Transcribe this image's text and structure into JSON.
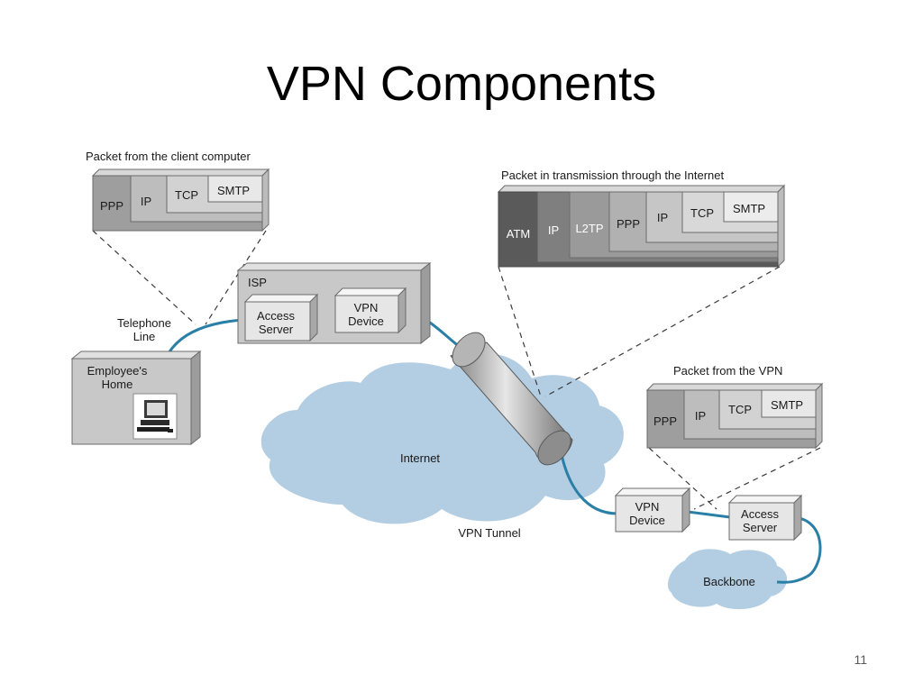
{
  "slide": {
    "title": "VPN Components",
    "page_number": "11"
  },
  "diagram": {
    "packet_client": {
      "caption": "Packet from the client computer",
      "layers": [
        "PPP",
        "IP",
        "TCP",
        "SMTP"
      ]
    },
    "packet_internet": {
      "caption": "Packet in transmission through the Internet",
      "layers": [
        "ATM",
        "IP",
        "L2TP",
        "PPP",
        "IP",
        "TCP",
        "SMTP"
      ]
    },
    "packet_vpn": {
      "caption": "Packet from the VPN",
      "layers": [
        "PPP",
        "IP",
        "TCP",
        "SMTP"
      ]
    },
    "isp": {
      "label": "ISP",
      "access_server": [
        "Access",
        "Server"
      ],
      "vpn_device": [
        "VPN",
        "Device"
      ]
    },
    "telephone_line": [
      "Telephone",
      "Line"
    ],
    "employee_home": [
      "Employee's",
      "Home"
    ],
    "internet": "Internet",
    "vpn_tunnel": "VPN Tunnel",
    "remote_vpn_device": [
      "VPN",
      "Device"
    ],
    "remote_access_server": [
      "Access",
      "Server"
    ],
    "backbone": "Backbone"
  },
  "colors": {
    "cloud": "#b3cde3",
    "link": "#2a7fa6",
    "box": "#c8c8c8",
    "box_dark": "#9a9a9a"
  }
}
